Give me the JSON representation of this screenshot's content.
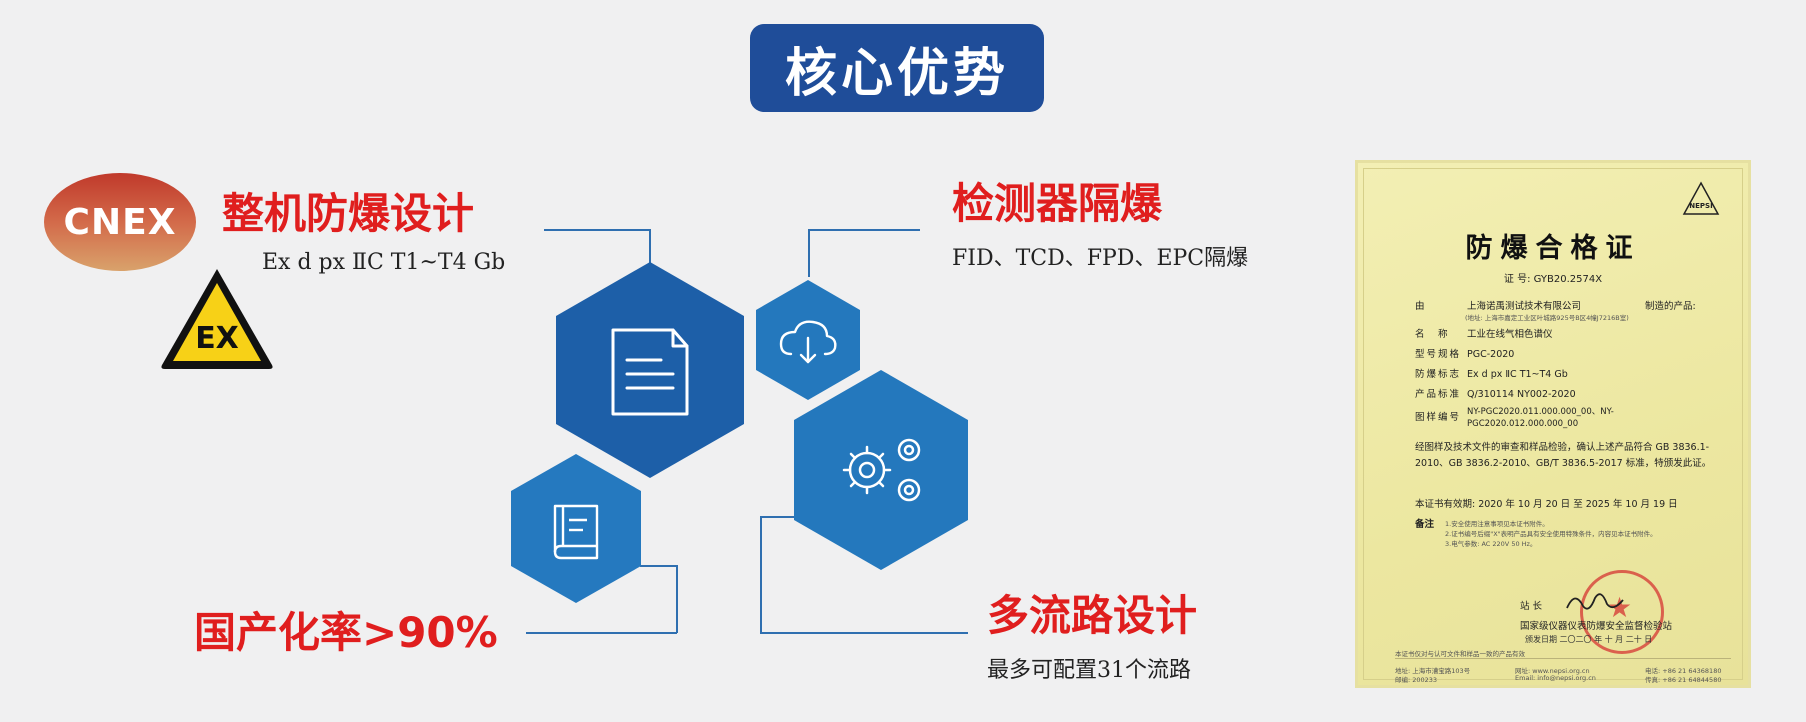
{
  "header": {
    "title": "核心优势"
  },
  "features": {
    "explosion_proof": {
      "title": "整机防爆设计",
      "subtitle": "Ex d px ⅡC T1~T4 Gb"
    },
    "detector_isolation": {
      "title": "检测器隔爆",
      "subtitle": "FID、TCD、FPD、EPC隔爆"
    },
    "localization": {
      "title": "国产化率>90%"
    },
    "multi_flow": {
      "title": "多流路设计",
      "subtitle": "最多可配置31个流路"
    }
  },
  "logos": {
    "cnex": "CNEX",
    "ex_sign": "EX"
  },
  "icons": {
    "hex1": "document-icon",
    "hex2": "cloud-download-icon",
    "hex3": "gears-icon",
    "hex4": "book-icon"
  },
  "colors": {
    "title_bg": "#1f4d99",
    "feature_title": "#e01e1e",
    "hex_dark": "#1d5fa8",
    "hex_mid": "#2478bd"
  },
  "certificate": {
    "title": "防爆合格证",
    "number": "证 号: GYB20.2574X",
    "mark": "NEPSI",
    "applicant_label": "由",
    "applicant": "上海诺禹测试技术有限公司",
    "applicant_suffix": "制造的产品:",
    "address": "(地址: 上海市嘉定工业区叶城路925号B区4幢J7216B室)",
    "rows": [
      {
        "label": "名　称",
        "value": "工业在线气相色谱仪"
      },
      {
        "label": "型号规格",
        "value": "PGC-2020"
      },
      {
        "label": "防爆标志",
        "value": "Ex d px ⅡC T1~T4 Gb"
      },
      {
        "label": "产品标准",
        "value": "Q/310114 NY002-2020"
      },
      {
        "label": "图样编号",
        "value": "NY-PGC2020.011.000.000_00、NY-PGC2020.012.000.000_00"
      }
    ],
    "statement": "经图样及技术文件的审查和样品检验，确认上述产品符合 GB 3836.1-2010、GB 3836.2-2010、GB/T 3836.5-2017 标准，特颁发此证。",
    "validity": "本证书有效期: 2020 年 10 月 20 日 至 2025 年 10 月 19 日",
    "remarks_label": "备注",
    "remarks": [
      "1.安全使用注意事项见本证书附件。",
      "2.证书编号后缀\"X\"表明产品具有安全使用特殊条件，内容见本证书附件。",
      "3.电气参数: AC 220V 50 Hz。"
    ],
    "signer_label": "站 长",
    "issuer": "国家级仪器仪表防爆安全监督检验站",
    "issue_date": "颁发日期 二〇二〇 年 十 月 二十 日",
    "footer_note": "本证书仅对与认可文件和样品一致的产品有效",
    "footer_address": "地址: 上海市漕宝路103号",
    "footer_zip": "邮编: 200233",
    "footer_web": "网址: www.nepsi.org.cn",
    "footer_email": "Email: info@nepsi.org.cn",
    "footer_tel": "电话: +86 21 64368180",
    "footer_fax": "传真: +86 21 64844580"
  }
}
